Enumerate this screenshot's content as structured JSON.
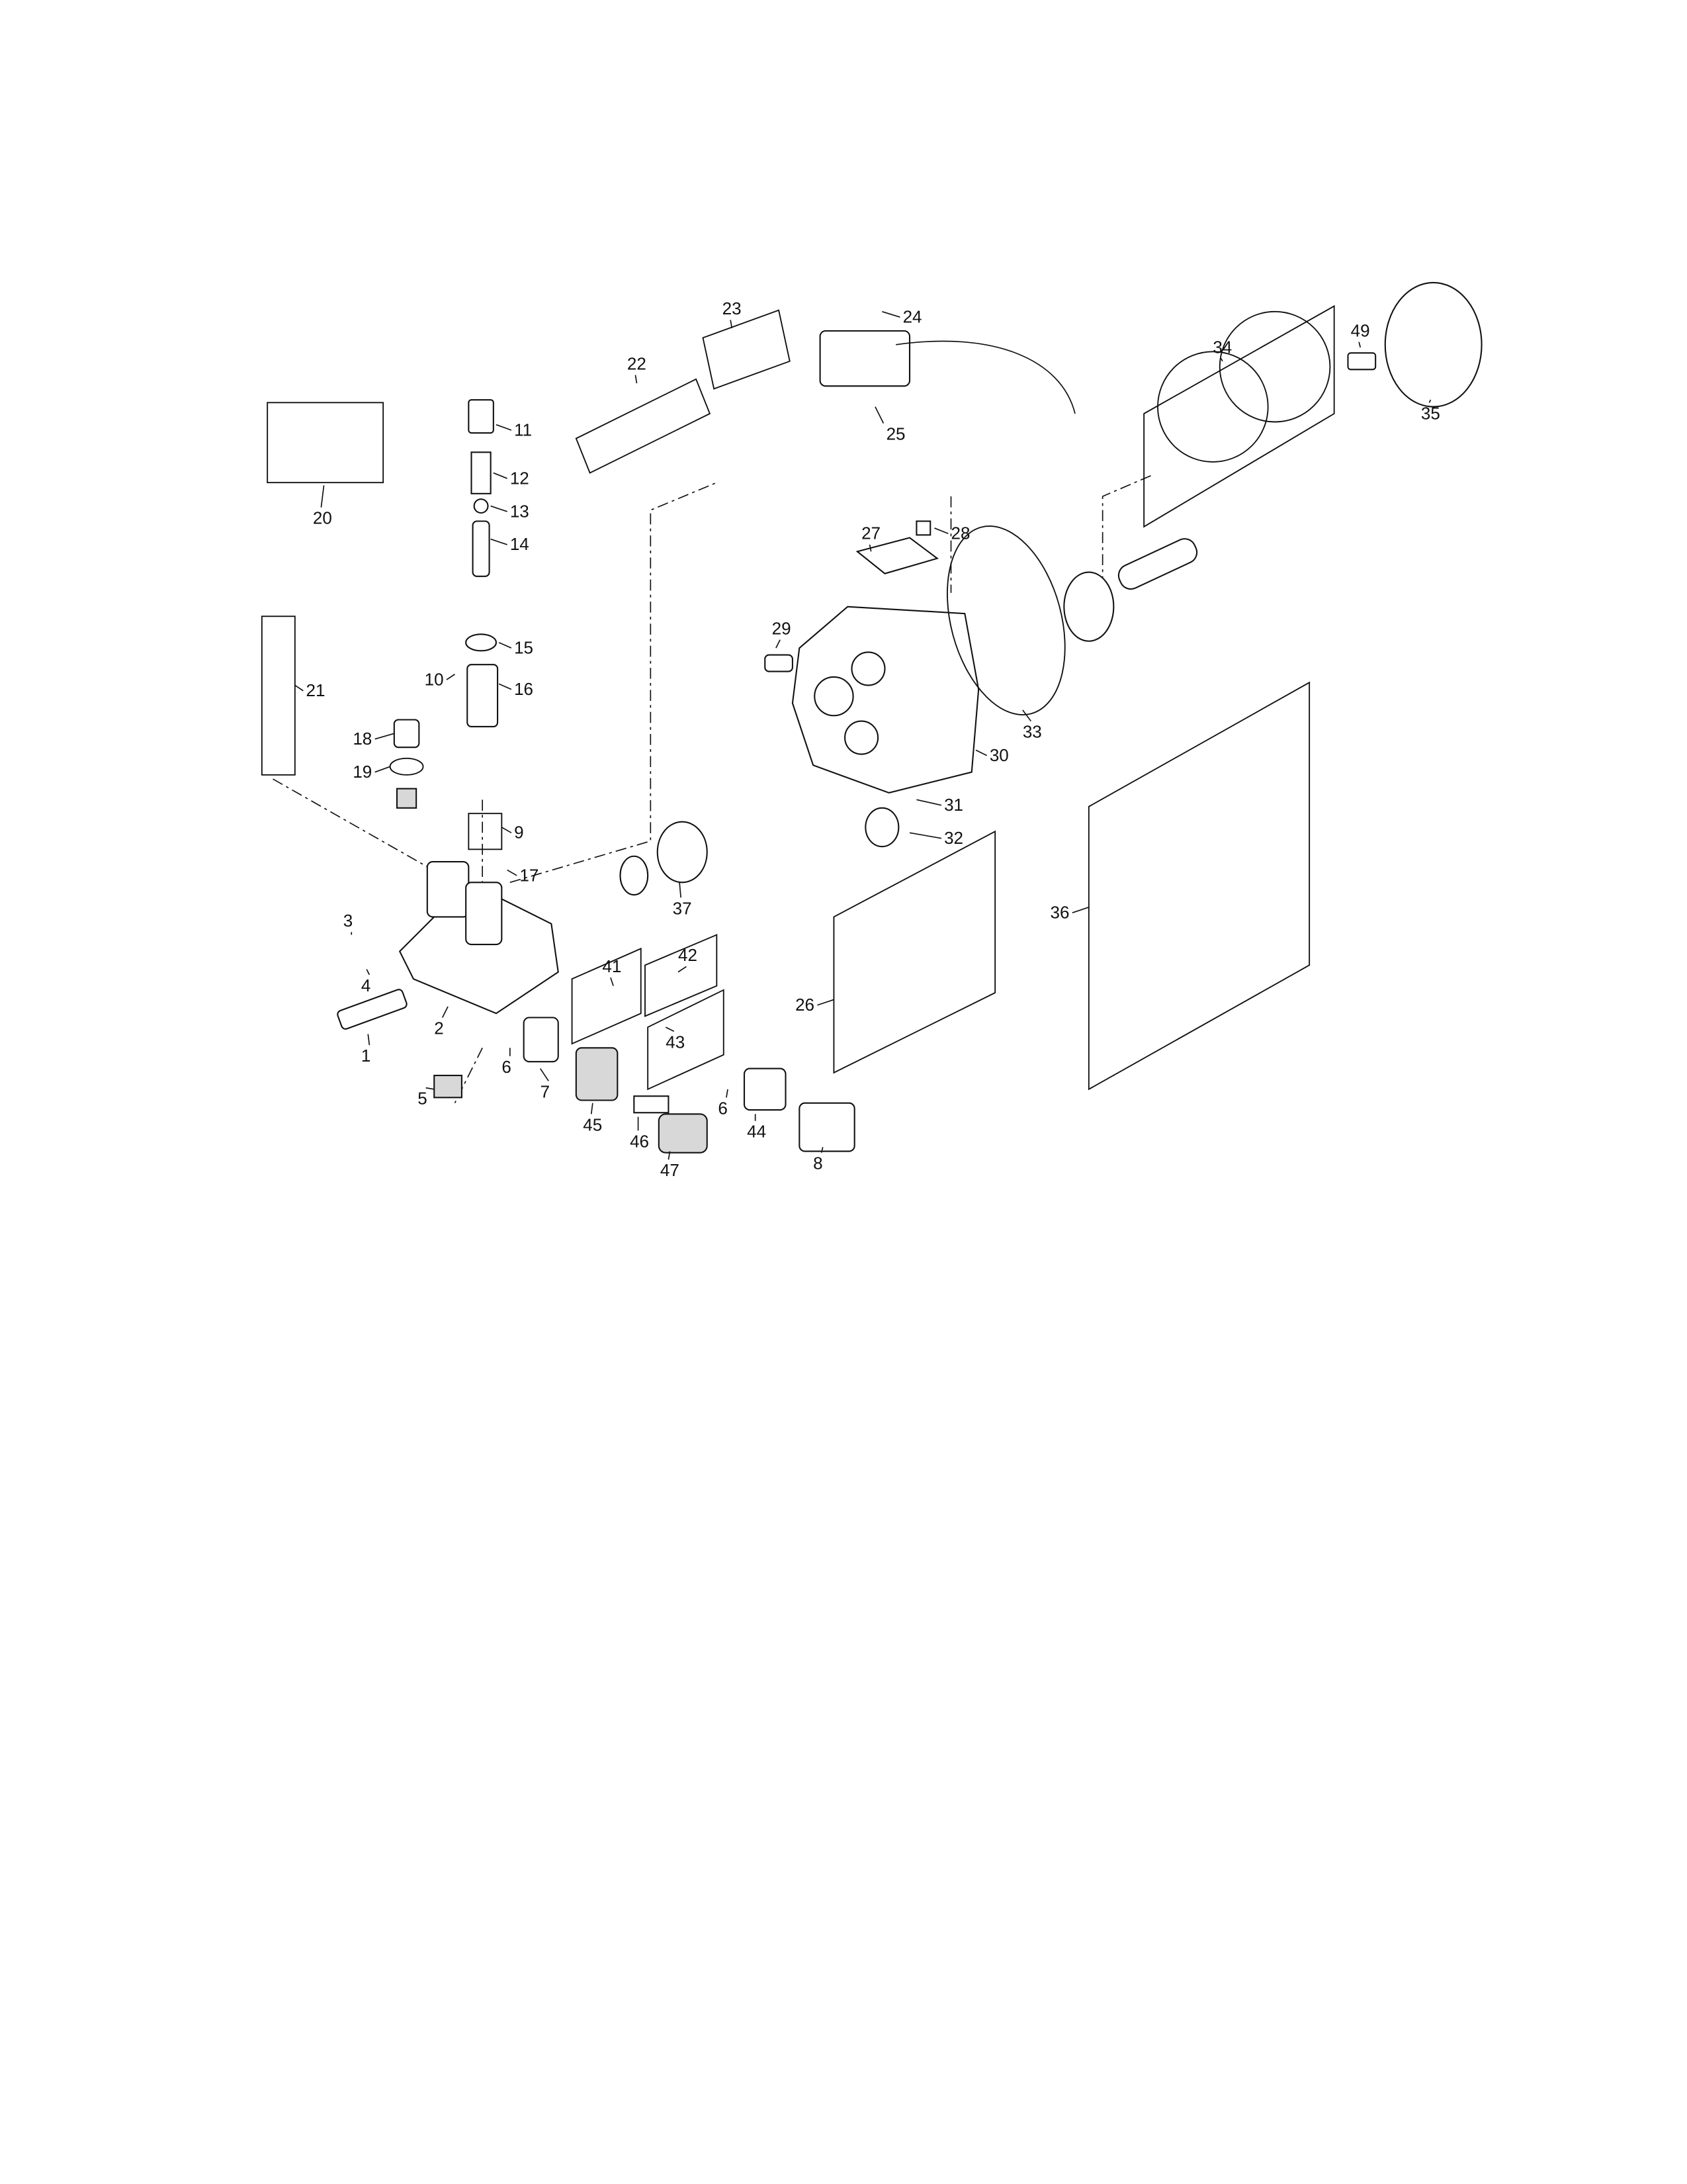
{
  "diagram": {
    "type": "exploded-parts-diagram",
    "part_numbers": [
      "11",
      "12",
      "13",
      "14",
      "15",
      "16",
      "10",
      "20",
      "21",
      "18",
      "19",
      "9",
      "17",
      "3",
      "4",
      "2",
      "1",
      "6",
      "7",
      "5",
      "45",
      "46",
      "47",
      "41",
      "42",
      "43",
      "6",
      "44",
      "8",
      "37",
      "26",
      "36",
      "32",
      "31",
      "30",
      "33",
      "29",
      "27",
      "28",
      "34",
      "35",
      "49",
      "22",
      "23",
      "24",
      "25"
    ]
  }
}
